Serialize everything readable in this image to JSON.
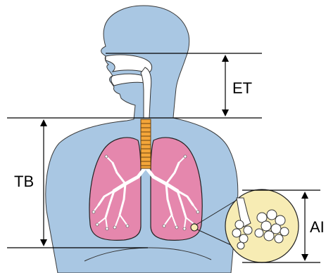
{
  "labels": {
    "et": "ET",
    "tb": "TB",
    "ai": "AI"
  },
  "colors": {
    "body": "#a9c7e3",
    "body_outline": "#3a3a3a",
    "lung": "#e587ad",
    "lung_outline": "#222222",
    "trachea": "#f4a63a",
    "airway": "#ffffff",
    "inset_bg": "#f7ecb4",
    "line": "#000000"
  }
}
